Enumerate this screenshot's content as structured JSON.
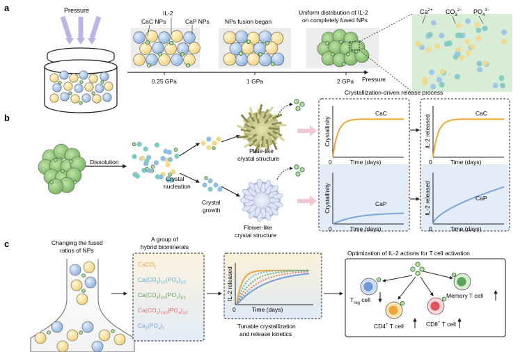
{
  "panel_a": {
    "label": "a",
    "pressure": "Pressure",
    "np_labels": [
      "CaC NPs",
      "IL-2",
      "CaP NPs"
    ],
    "fusion_began": "NPs fusion began",
    "uniform_line1": "Uniform distribution of IL-2",
    "uniform_line2": "on completely fused NPs",
    "ticks": [
      "0.25 GPa",
      "1 GPa",
      "2 GPa"
    ],
    "axis_label": "Pressure",
    "ions": {
      "ca": "Ca",
      "ca_sup": "2+",
      "co3": "CO",
      "co3_sub": "3",
      "co3_sup": "2−",
      "po4": "PO",
      "po4_sub": "4",
      "po4_sup": "3−"
    }
  },
  "panel_b": {
    "label": "b",
    "dissolution": "Dissolution",
    "nucleation_line1": "Crystal",
    "nucleation_line2": "nucleation",
    "growth_line1": "Crystal",
    "growth_line2": "growth",
    "plate_line1": "Plate-like",
    "plate_line2": "crystal structure",
    "flower_line1": "Flower-like",
    "flower_line2": "crystal structure",
    "process_title": "Crystallization-driven release process",
    "crystallinity": "Crystallinity",
    "released": "IL-2 released",
    "time": "Time (days)",
    "zero": "0",
    "cac": "CaC",
    "cap": "CaP"
  },
  "panel_c": {
    "label": "c",
    "changing_line1": "Changing the fused",
    "changing_line2": "ratios of NPs",
    "group_line1": "A group of",
    "group_line2": "hybrid biominerals",
    "minerals": [
      {
        "parts": [
          [
            "n",
            "CaCO"
          ],
          [
            "sub",
            "3"
          ]
        ],
        "color": "#f2a33a"
      },
      {
        "parts": [
          [
            "n",
            "Ca(CO"
          ],
          [
            "sub",
            "3"
          ],
          [
            "n",
            ")"
          ],
          [
            "sub",
            "1/2"
          ],
          [
            "n",
            "(PO"
          ],
          [
            "sub",
            "4"
          ],
          [
            "n",
            ")"
          ],
          [
            "sub",
            "1/3"
          ]
        ],
        "color": "#4cb3d6"
      },
      {
        "parts": [
          [
            "n",
            "Ca(CO"
          ],
          [
            "sub",
            "3"
          ],
          [
            "n",
            ")"
          ],
          [
            "sub",
            "1/4"
          ],
          [
            "n",
            "(PO"
          ],
          [
            "sub",
            "4"
          ],
          [
            "n",
            ")"
          ],
          [
            "sub",
            "1/2"
          ]
        ],
        "color": "#5aa35a"
      },
      {
        "parts": [
          [
            "n",
            "Ca(CO"
          ],
          [
            "sub",
            "3"
          ],
          [
            "n",
            ")"
          ],
          [
            "sub",
            "1/10"
          ],
          [
            "n",
            "(PO"
          ],
          [
            "sub",
            "4"
          ],
          [
            "n",
            ")"
          ],
          [
            "sub",
            "3/5"
          ]
        ],
        "color": "#e06a6a"
      },
      {
        "parts": [
          [
            "n",
            "Ca"
          ],
          [
            "sub",
            "3"
          ],
          [
            "n",
            "(PO"
          ],
          [
            "sub",
            "4"
          ],
          [
            "n",
            ")"
          ],
          [
            "sub",
            "2"
          ]
        ],
        "color": "#6f9fd8"
      }
    ],
    "released": "IL-2 released",
    "zero": "0",
    "time": "Time (days)",
    "tunable_line1": "Tunable crystallization",
    "tunable_line2": "and release kinetics",
    "optimization": "Optimization of IL-2 actions for T cell activation",
    "treg_T": "T",
    "treg_sub": "reg",
    "treg_cell": " cell",
    "cd4_a": "CD4",
    "cd4_sup": "+",
    "cd4_b": " T cell",
    "cd8_a": "CD8",
    "cd8_sup": "+",
    "cd8_b": " T cell",
    "memory": "Memory T cell"
  },
  "colors": {
    "cac": "#f2a33a",
    "cap": "#7aa7d9",
    "np_yellow": "#f7e3a6",
    "np_blue": "#a9c6ea",
    "il2": "#5fae6a",
    "axis": "#333333"
  }
}
